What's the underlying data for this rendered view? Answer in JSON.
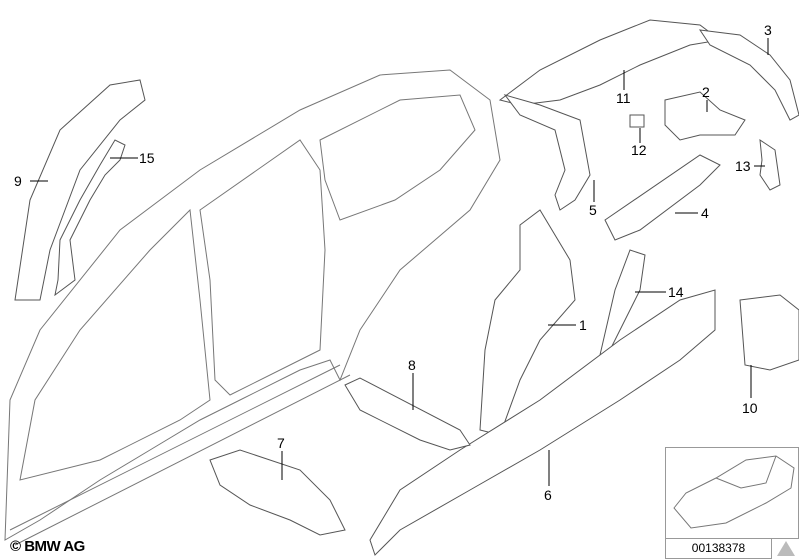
{
  "diagram": {
    "callouts": [
      "1",
      "2",
      "3",
      "4",
      "5",
      "6",
      "7",
      "8",
      "9",
      "10",
      "11",
      "12",
      "13",
      "14",
      "15"
    ],
    "copyright": "© BMW AG",
    "reference_number": "00138378"
  }
}
